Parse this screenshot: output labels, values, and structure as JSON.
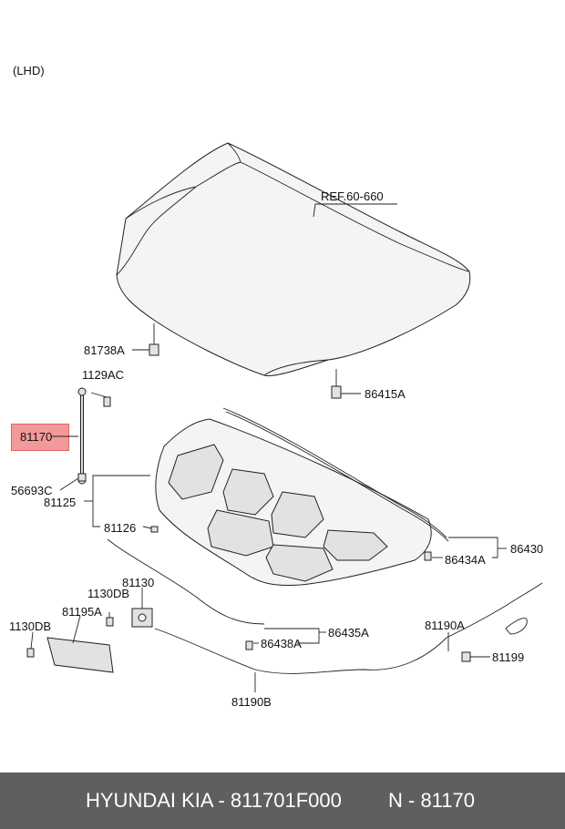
{
  "diagram": {
    "region_note": "(LHD)",
    "ref_label": "REF.60-660",
    "highlighted_part": "81170",
    "callouts": [
      {
        "id": "81738a",
        "text": "81738A"
      },
      {
        "id": "1129ac",
        "text": "1129AC"
      },
      {
        "id": "86415a",
        "text": "86415A"
      },
      {
        "id": "81170",
        "text": "81170"
      },
      {
        "id": "56693c",
        "text": "56693C"
      },
      {
        "id": "81125",
        "text": "81125"
      },
      {
        "id": "81126",
        "text": "81126"
      },
      {
        "id": "86430",
        "text": "86430"
      },
      {
        "id": "86434a",
        "text": "86434A"
      },
      {
        "id": "81130",
        "text": "81130"
      },
      {
        "id": "1130db-a",
        "text": "1130DB"
      },
      {
        "id": "81195a",
        "text": "81195A"
      },
      {
        "id": "1130db-b",
        "text": "1130DB"
      },
      {
        "id": "86435a",
        "text": "86435A"
      },
      {
        "id": "86438a",
        "text": "86438A"
      },
      {
        "id": "81190a",
        "text": "81190A"
      },
      {
        "id": "81199",
        "text": "81199"
      },
      {
        "id": "81190b",
        "text": "81190B"
      }
    ]
  },
  "footer": {
    "left_text": "HYUNDAI  KIA - 811701F000",
    "right_text": "N - 81170"
  }
}
